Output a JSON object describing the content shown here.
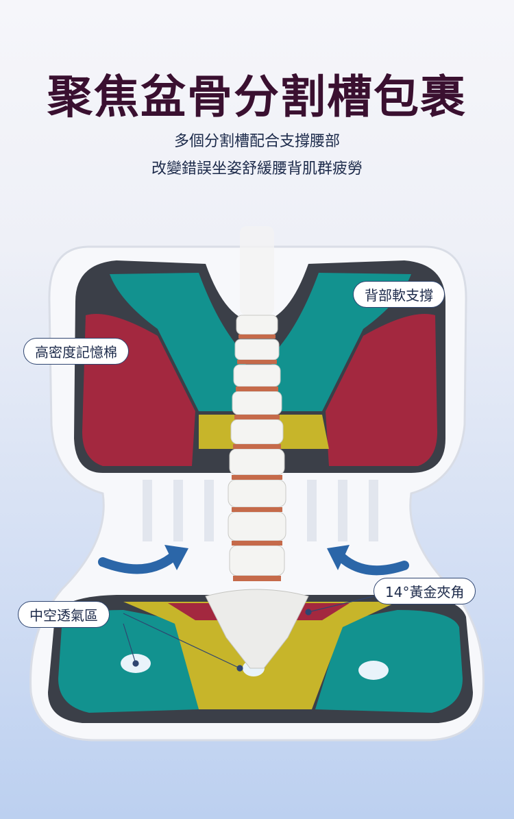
{
  "title": "聚焦盆骨分割槽包裹",
  "subtitle_lines": [
    "多個分割槽配合支撐腰部",
    "改變錯誤坐姿舒緩腰背肌群疲勞"
  ],
  "callouts": {
    "back_support": "背部軟支撐",
    "memory_foam": "高密度記憶棉",
    "golden_angle": "14°黃金夾角",
    "ventilation": "中空透氣區"
  },
  "colors": {
    "teal": "#12928f",
    "red": "#a3283f",
    "yellow": "#c7b52a",
    "title": "#3a1030",
    "arrow": "#2b66a8"
  }
}
